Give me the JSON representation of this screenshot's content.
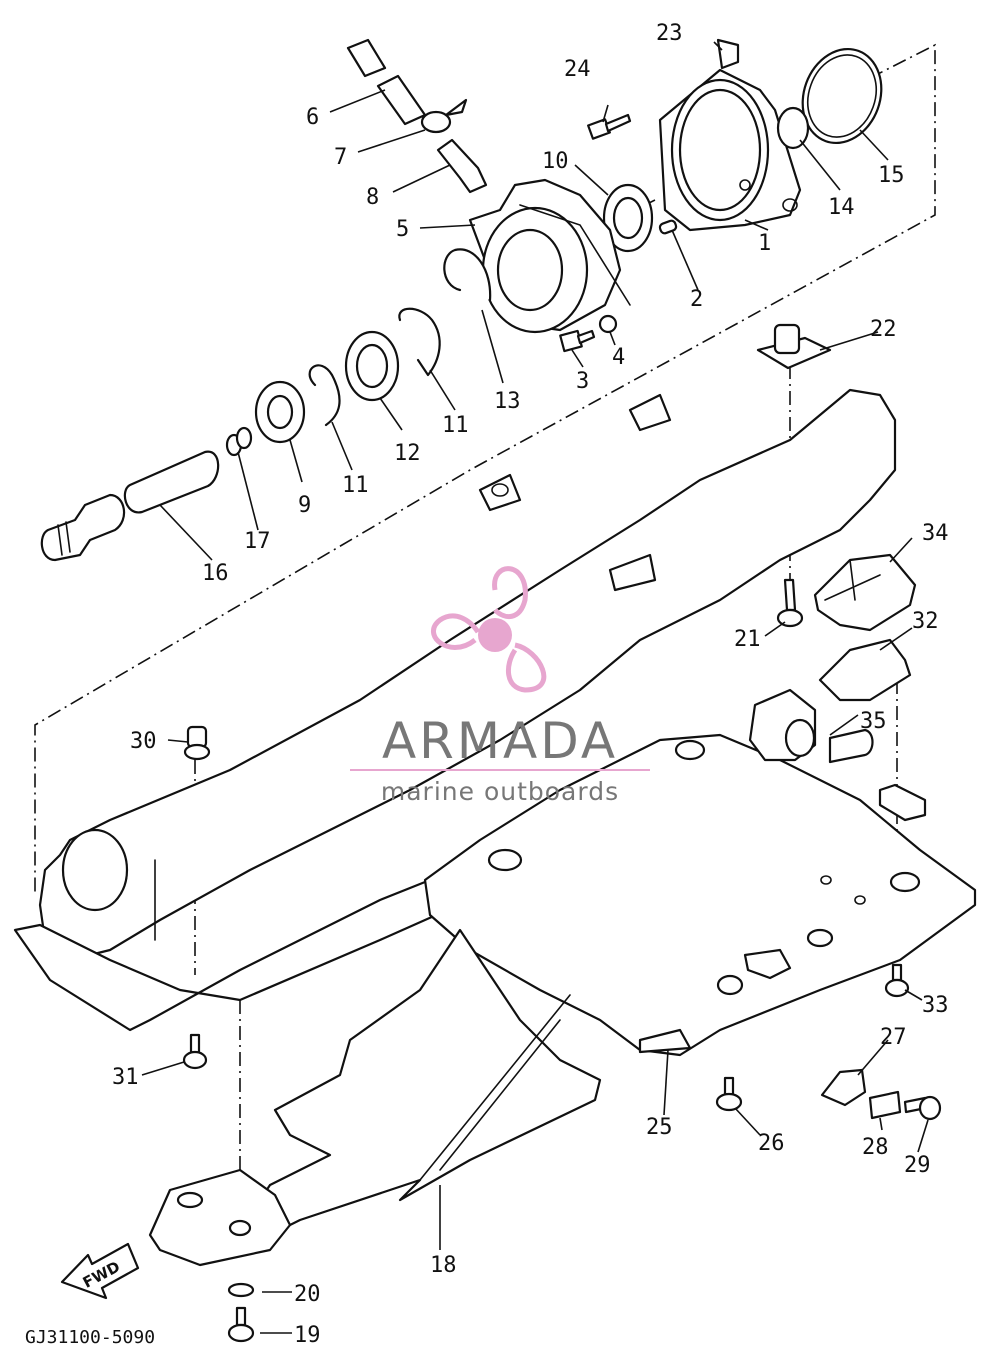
{
  "watermark": {
    "brand": "ARMADA",
    "tagline": "marine outboards",
    "color": "#e7a6cf",
    "text_color": "#777777"
  },
  "diagram": {
    "code": "GJ31100-5090",
    "direction_label": "FWD",
    "callouts": [
      "1",
      "2",
      "3",
      "4",
      "5",
      "6",
      "7",
      "8",
      "9",
      "10",
      "11",
      "11",
      "12",
      "13",
      "14",
      "15",
      "16",
      "17",
      "18",
      "19",
      "20",
      "21",
      "22",
      "23",
      "24",
      "25",
      "26",
      "27",
      "28",
      "29",
      "30",
      "31",
      "32",
      "33",
      "34",
      "35"
    ]
  }
}
